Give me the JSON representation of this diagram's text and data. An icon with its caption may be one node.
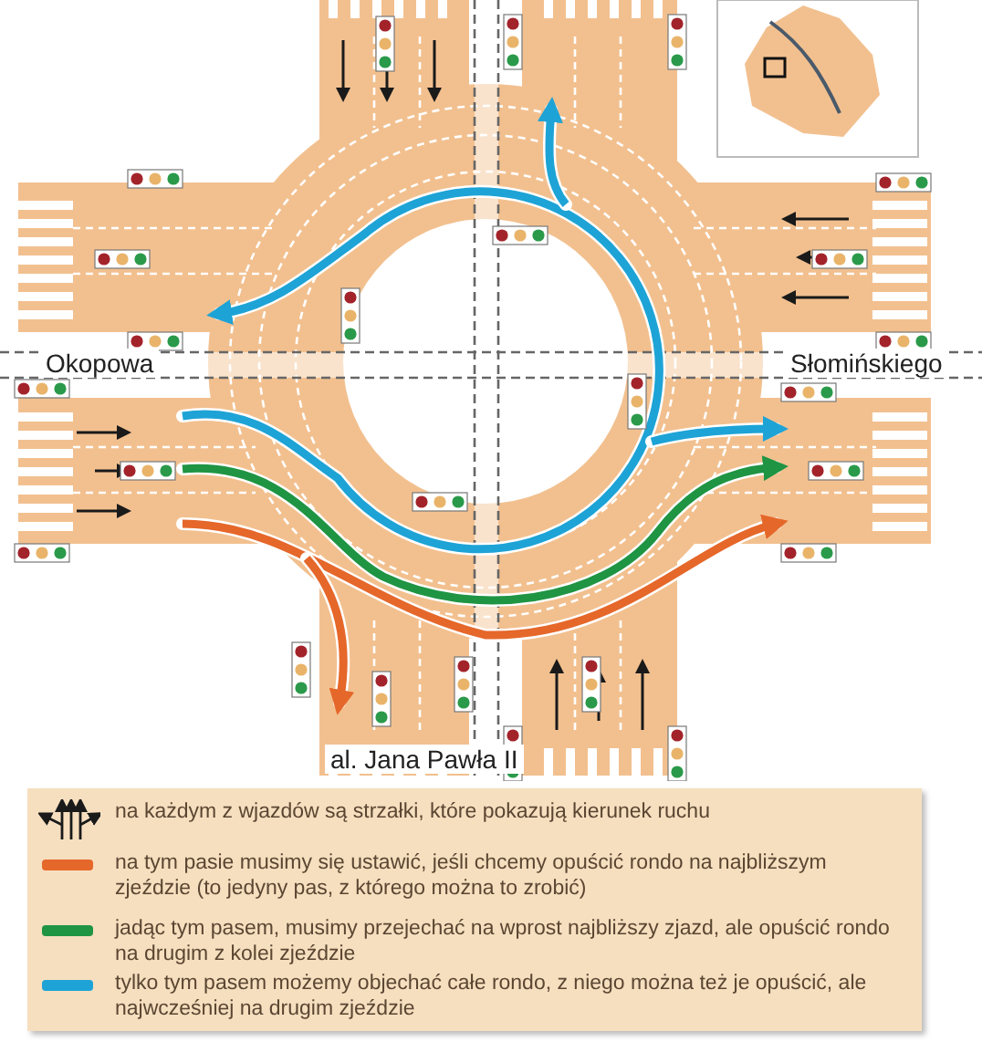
{
  "diagram": {
    "labels": [
      "Okopowa",
      "Słomińskiego",
      "al. Jana Pawła II"
    ],
    "legend": [
      {
        "text": "na każdym z wjazdów są strzałki, które pokazują kierunek ruchu"
      },
      {
        "text": "na tym pasie musimy się ustawić, jeśli chcemy opuścić rondo na najbliższym zjeździe (to jedyny pas, z którego można to zrobić)",
        "color": "#e5672a"
      },
      {
        "text": "jadąc tym pasem, musimy przejechać na wprost najbliższy zjazd, ale opuścić rondo na drugim z kolei zjeździe",
        "color": "#1f9443"
      },
      {
        "text": "tylko tym pasem możemy objechać całe rondo, z niego można też je opuścić, ale najwcześniej na drugim zjeździe",
        "color": "#1ea3d6"
      }
    ]
  }
}
